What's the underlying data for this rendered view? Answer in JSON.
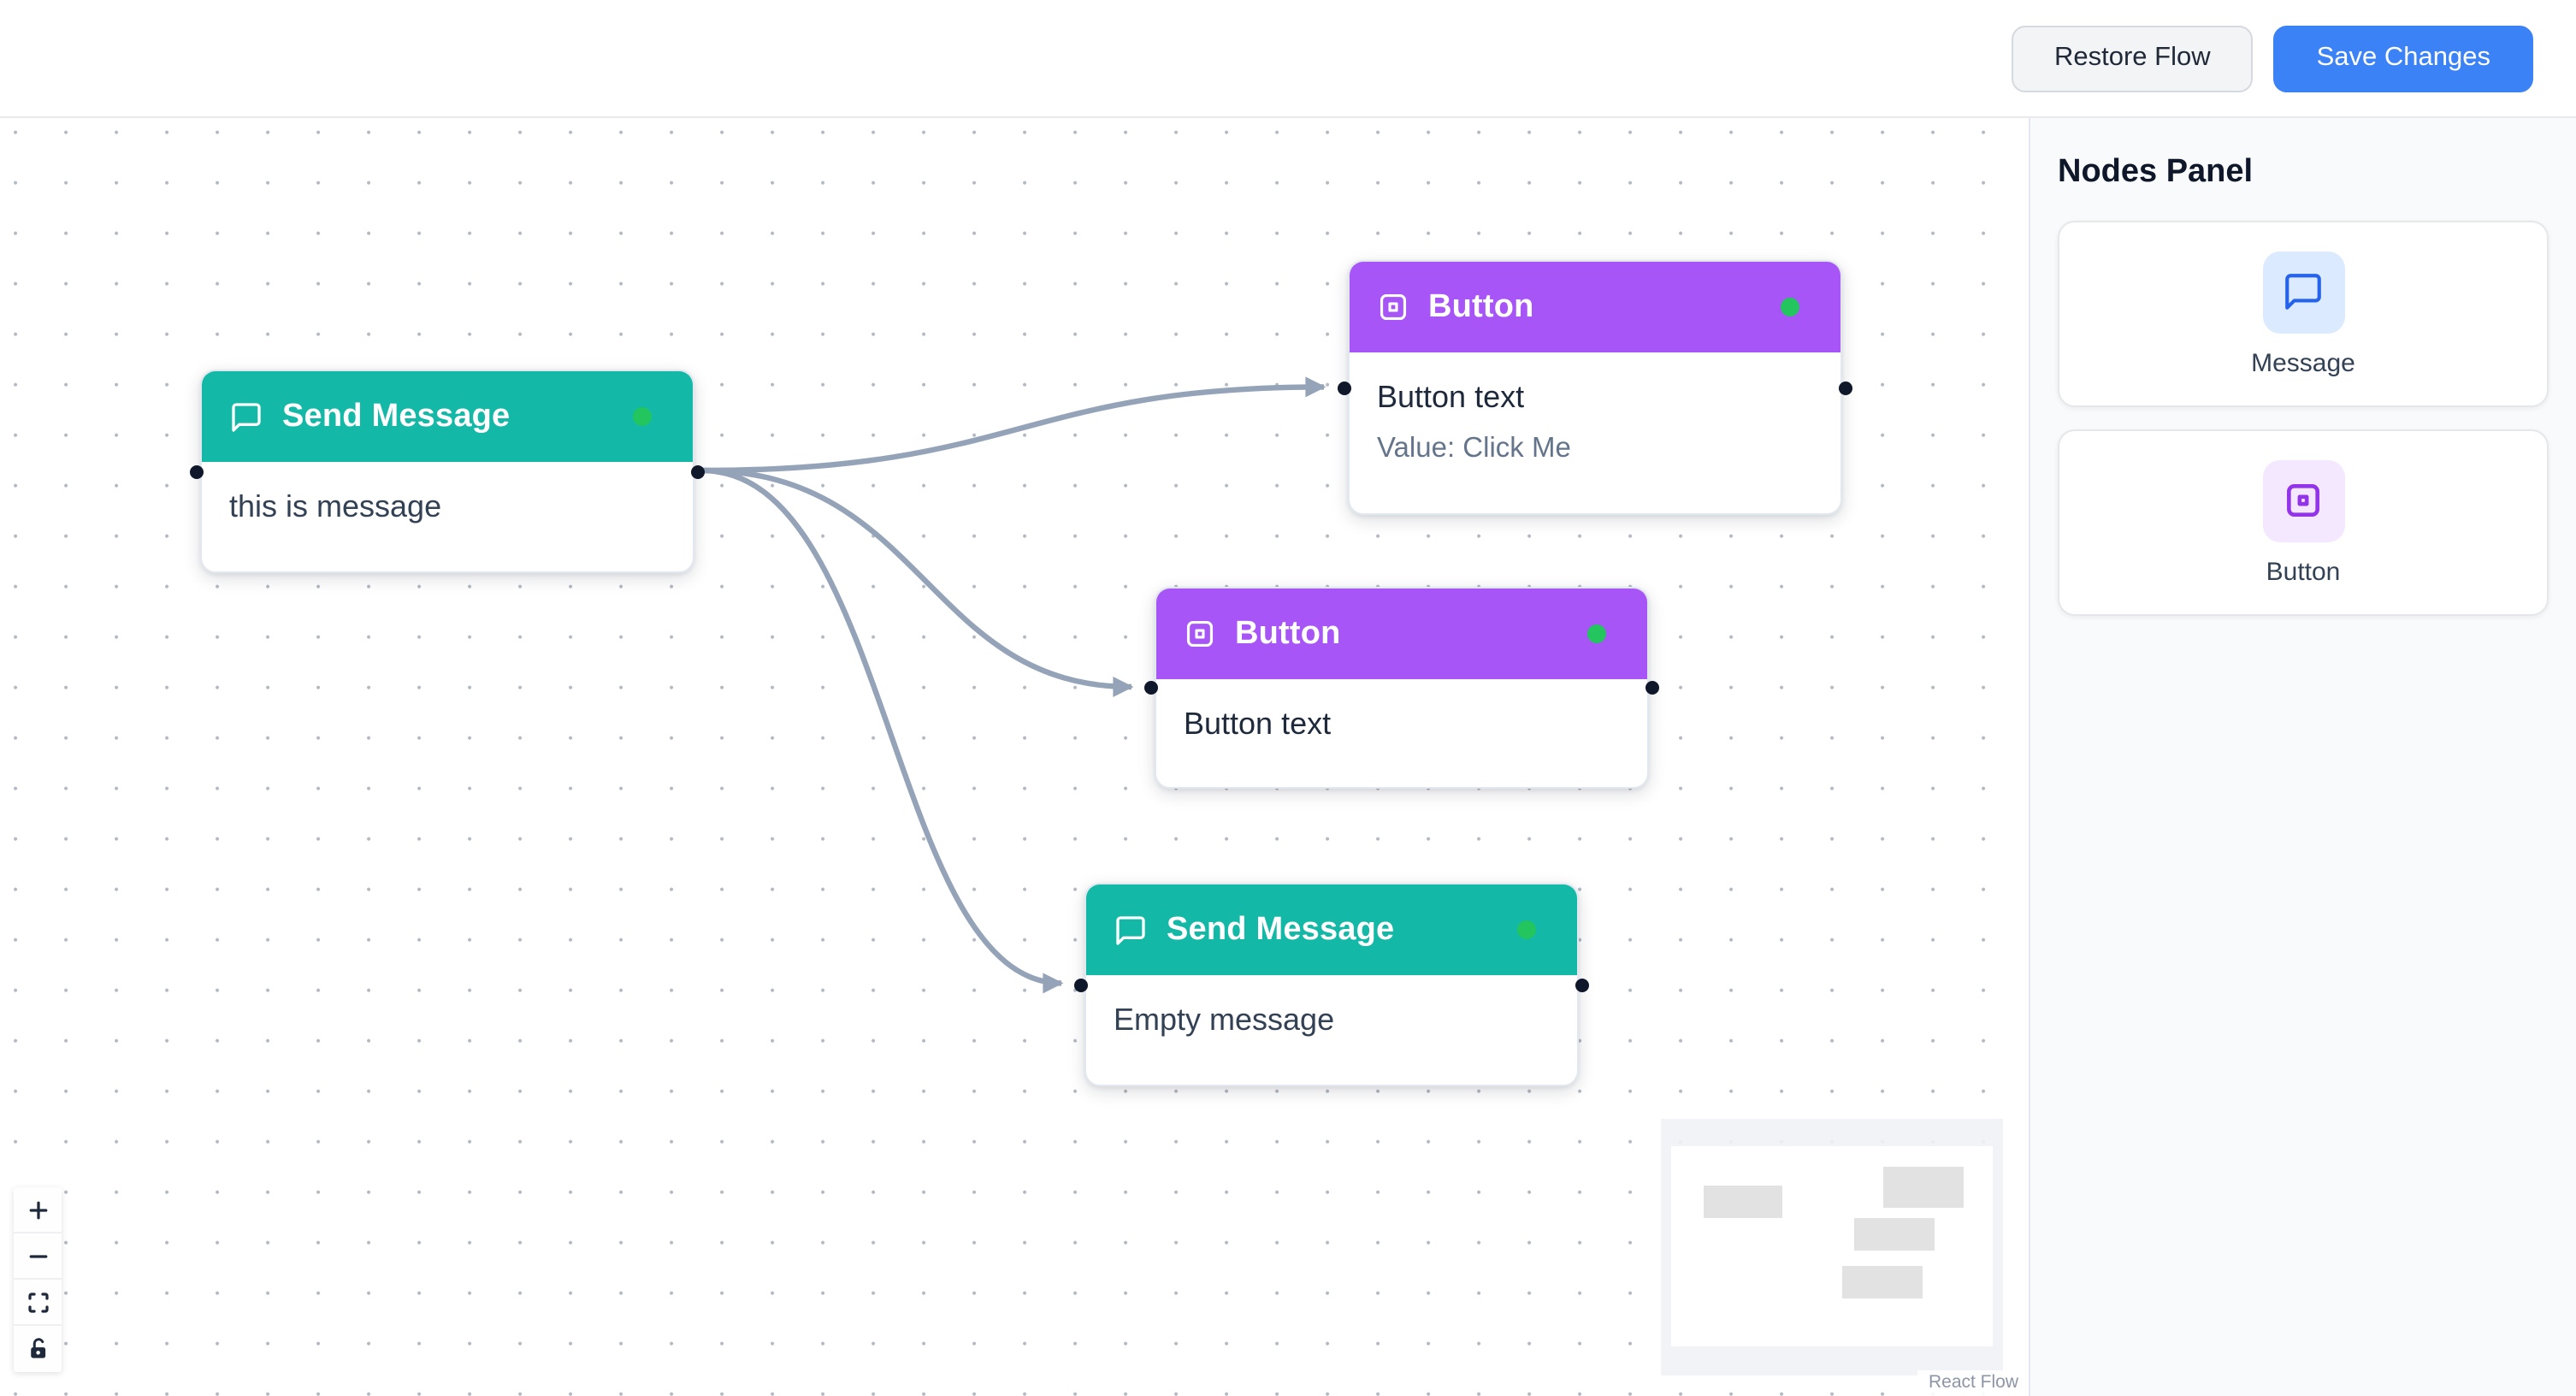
{
  "header": {
    "restore_label": "Restore Flow",
    "save_label": "Save Changes"
  },
  "sidebar": {
    "title": "Nodes Panel",
    "items": [
      {
        "type": "message",
        "label": "Message",
        "icon": "message-square-icon"
      },
      {
        "type": "button",
        "label": "Button",
        "icon": "button-square-icon"
      }
    ]
  },
  "canvas": {
    "nodes": [
      {
        "id": "1",
        "type": "message",
        "title": "Send Message",
        "body": "this is message"
      },
      {
        "id": "2",
        "type": "button",
        "title": "Button",
        "body": "Button text",
        "value": "Value: Click Me"
      },
      {
        "id": "3",
        "type": "button",
        "title": "Button",
        "body": "Button text"
      },
      {
        "id": "4",
        "type": "message",
        "title": "Send Message",
        "body": "Empty message"
      }
    ],
    "edges": [
      {
        "from": "1",
        "to": "2"
      },
      {
        "from": "1",
        "to": "3"
      },
      {
        "from": "1",
        "to": "4"
      }
    ],
    "controls": [
      "zoom-in",
      "zoom-out",
      "fit-view",
      "unlock"
    ],
    "attribution": "React Flow"
  },
  "colors": {
    "accent_blue": "#3b82f6",
    "teal_header": "#14b8a6",
    "purple_header": "#a855f7",
    "status_green": "#22c55e",
    "edge_gray": "#94a3b8",
    "message_icon_blue": "#2563eb",
    "button_icon_purple": "#9333ea"
  }
}
